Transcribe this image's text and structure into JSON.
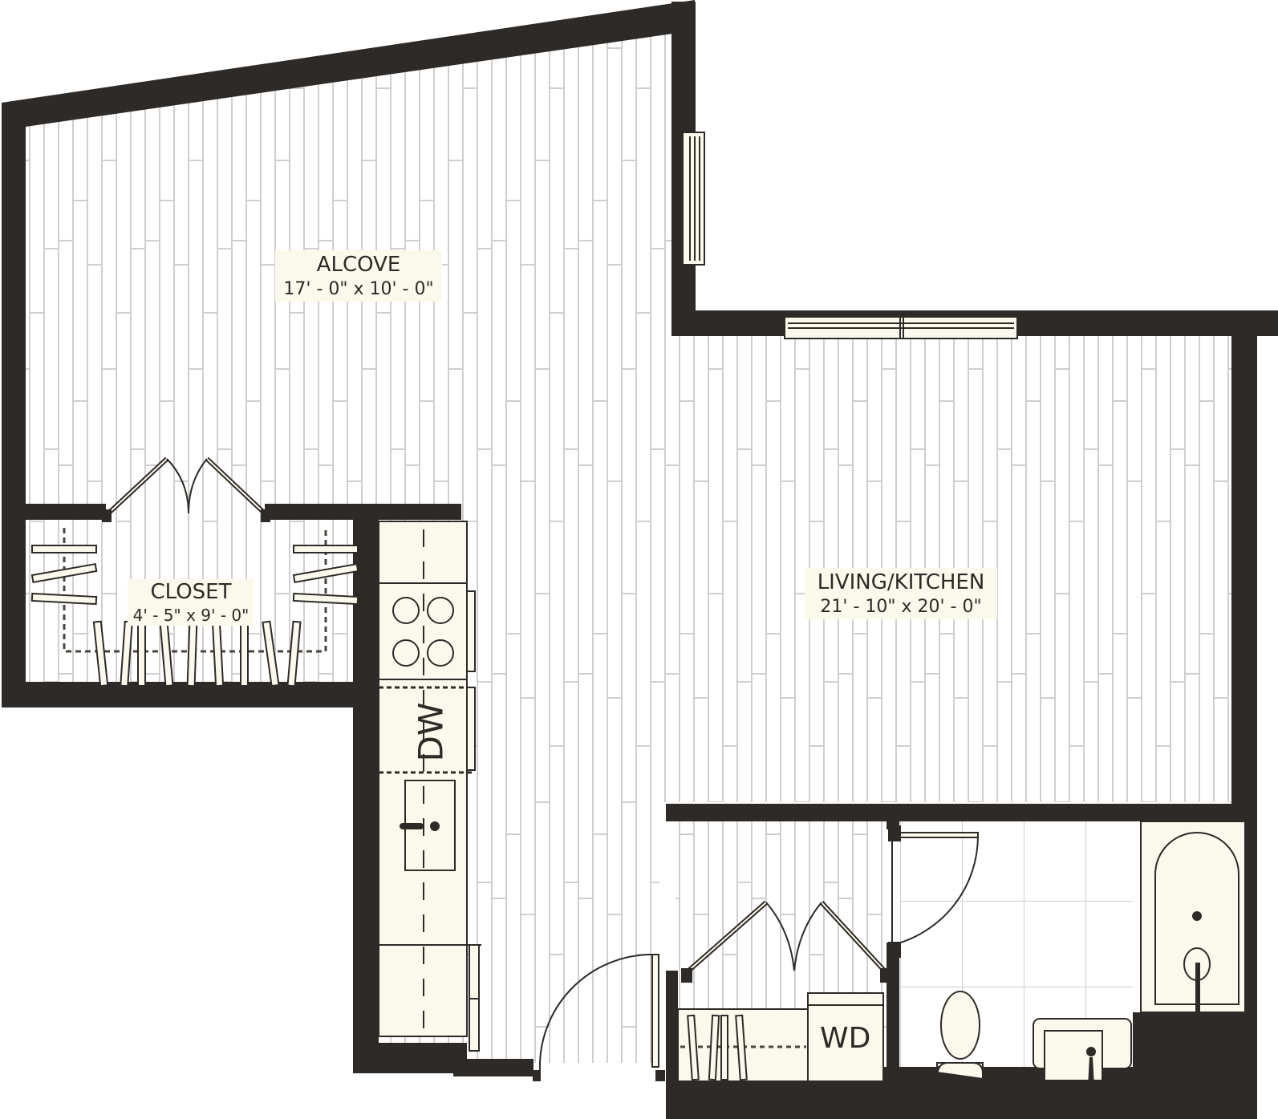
{
  "floor_plan": {
    "colors": {
      "wall": "#2e2a27",
      "fixture_fill": "#fbf8ec",
      "plank_line": "#cfcfcf",
      "background": "#ffffff"
    },
    "rooms": [
      {
        "id": "alcove",
        "name": "ALCOVE",
        "dimensions": "17' - 0\" x 10' - 0\""
      },
      {
        "id": "living_kitchen",
        "name": "LIVING/KITCHEN",
        "dimensions": "21' - 10\" x 20' - 0\""
      },
      {
        "id": "closet",
        "name": "CLOSET",
        "dimensions": "4' - 5\" x 9' - 0\""
      }
    ],
    "fixtures": {
      "dishwasher": "DW",
      "washer_dryer": "WD"
    }
  }
}
